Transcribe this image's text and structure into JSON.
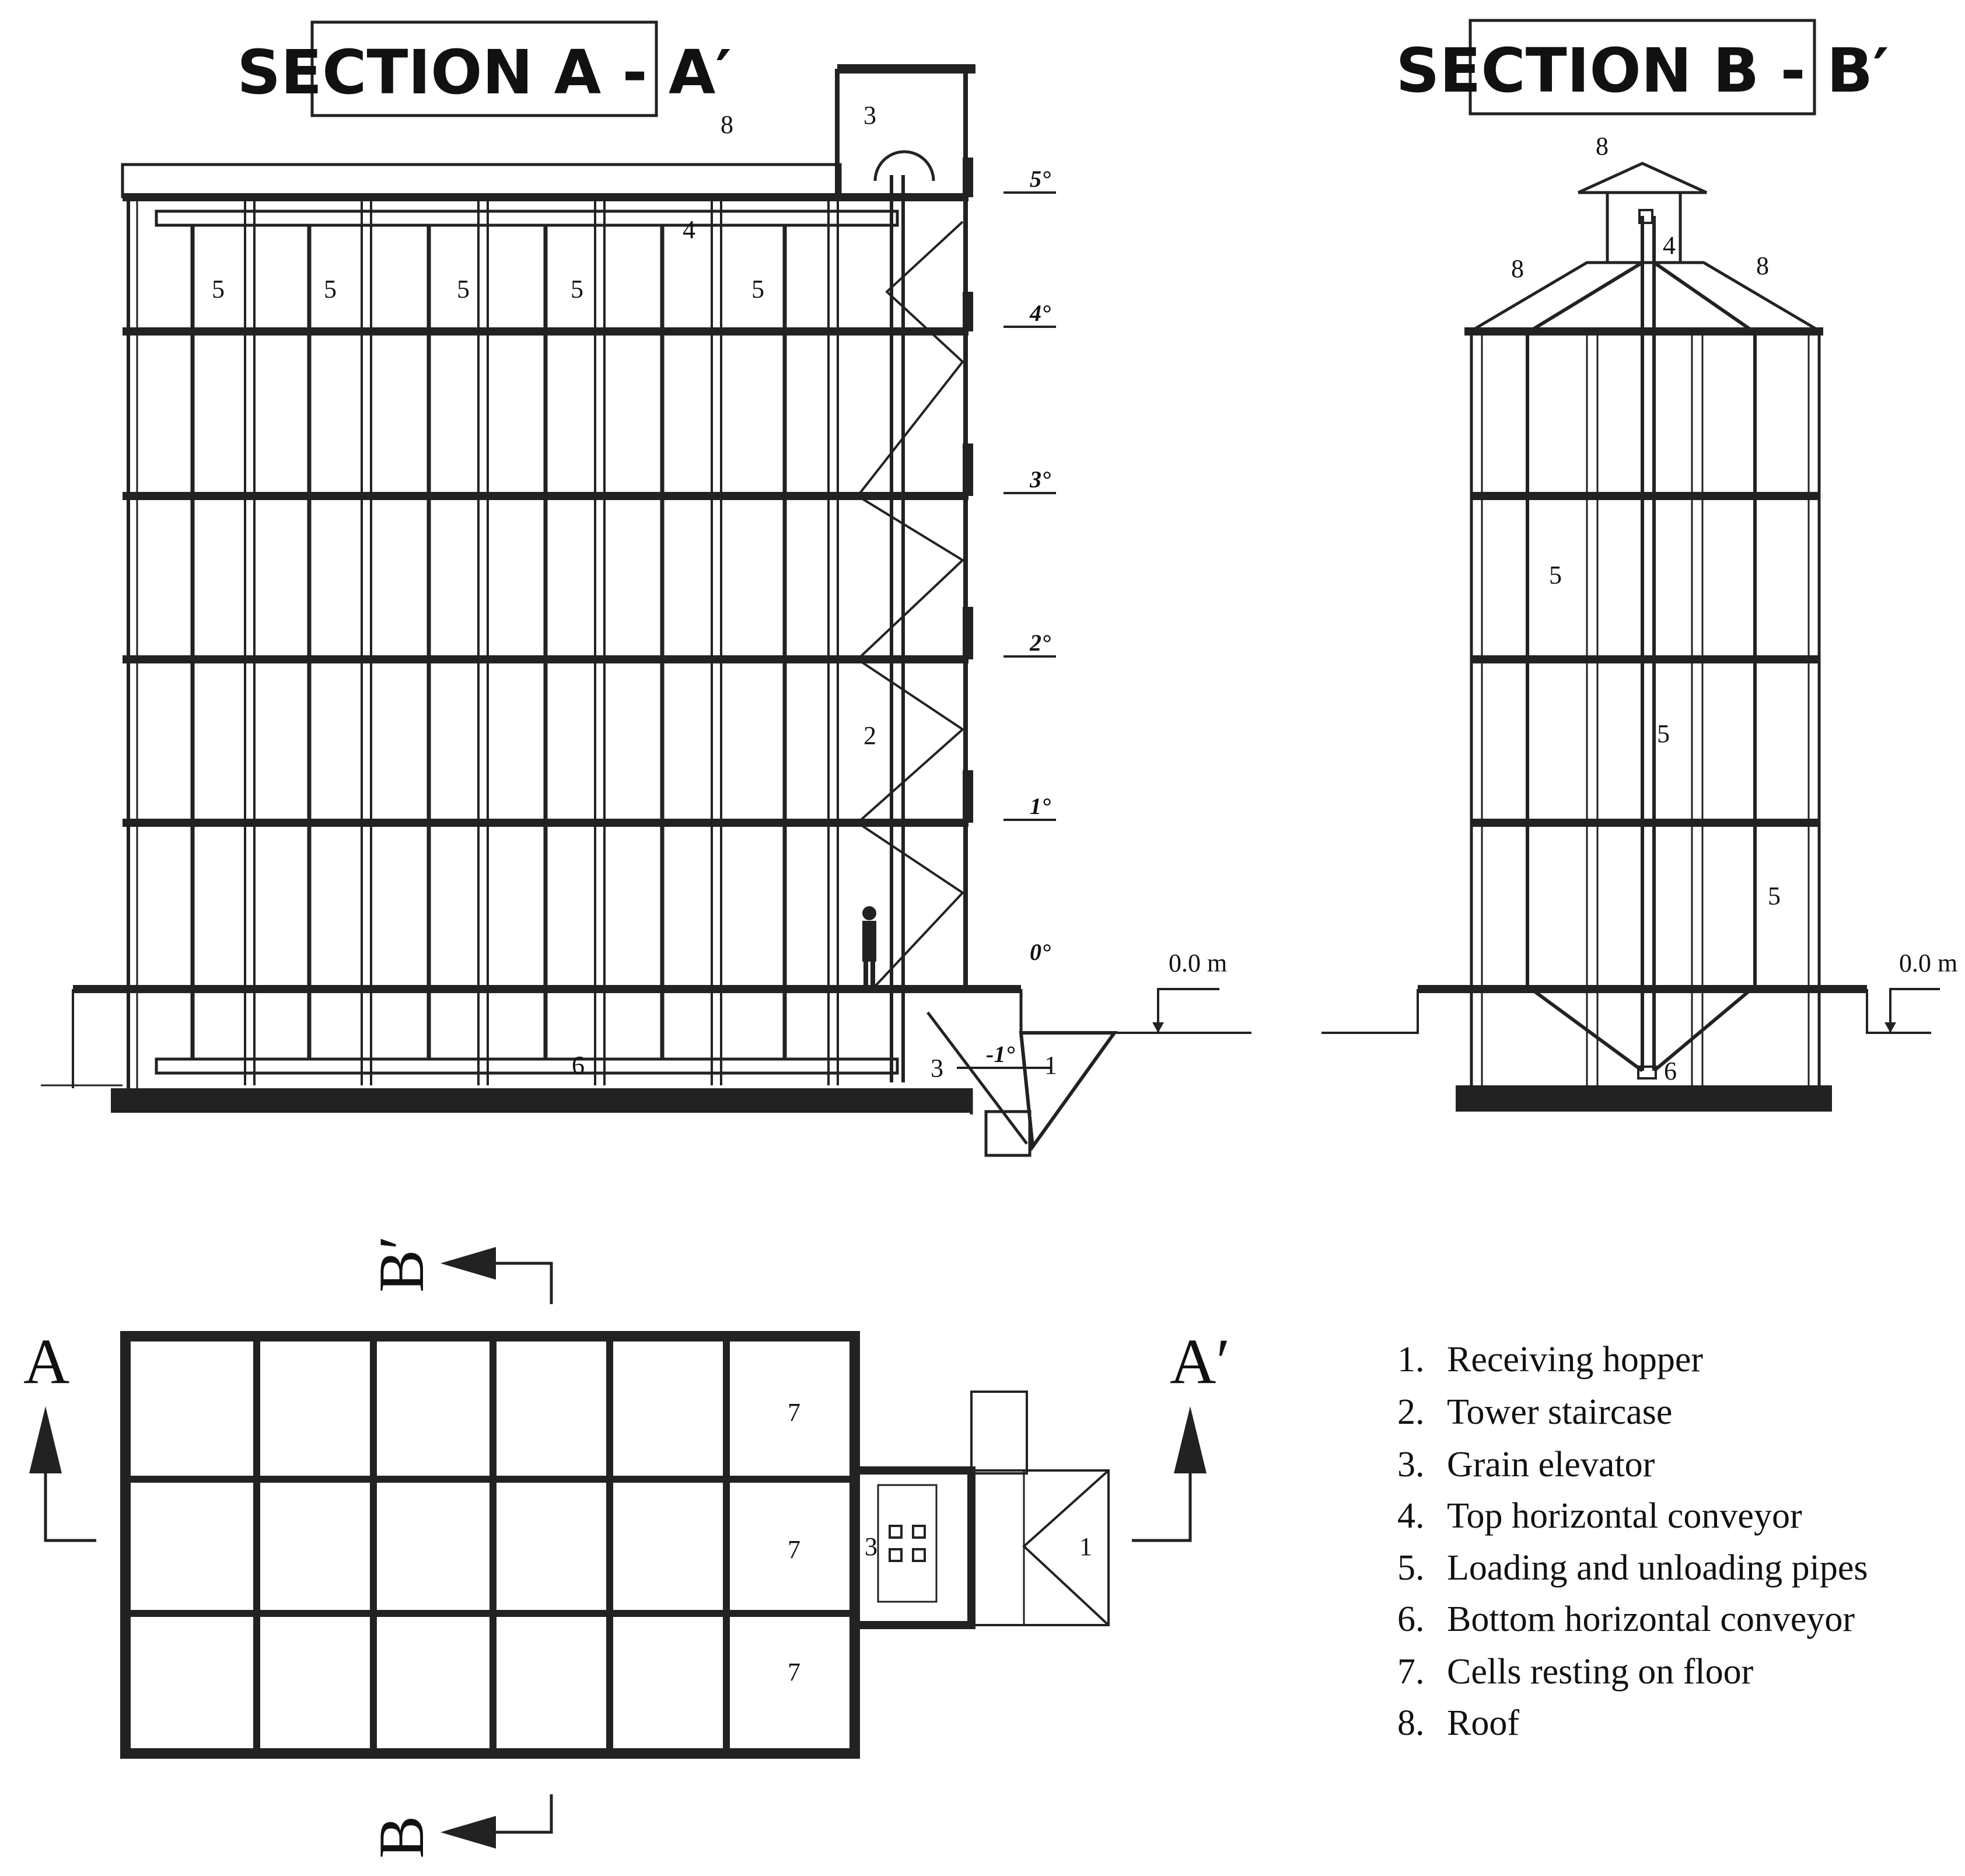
{
  "section_a": {
    "title": "SECTION A - A′",
    "labels": {
      "receiving_hopper": "1",
      "tower_staircase": "2",
      "grain_elevator_top": "3",
      "grain_elevator_bottom": "3",
      "top_conveyor": "4",
      "bottom_conveyor": "6",
      "roof": "8",
      "pipe_labels": [
        "5",
        "5",
        "5",
        "5",
        "5"
      ]
    },
    "levels": [
      "5°",
      "4°",
      "3°",
      "2°",
      "1°",
      "0°",
      "-1°"
    ],
    "ground_level": "0.0 m"
  },
  "section_b": {
    "title": "SECTION B - B′",
    "labels": {
      "top_conveyor": "4",
      "bottom_conveyor": "6",
      "roof_labels": [
        "8",
        "8",
        "8"
      ],
      "pipe_labels": [
        "5",
        "5",
        "5"
      ]
    },
    "ground_level": "0.0 m"
  },
  "plan": {
    "cut_markers": {
      "a_left": "A",
      "a_right": "A′",
      "b_top": "B′",
      "b_bottom": "B"
    },
    "cell_labels": [
      "7",
      "7",
      "7"
    ],
    "elevator_label": "3",
    "hopper_label": "1"
  },
  "legend": {
    "items": [
      {
        "num": "1.",
        "text": "Receiving hopper"
      },
      {
        "num": "2.",
        "text": "Tower staircase"
      },
      {
        "num": "3.",
        "text": "Grain elevator"
      },
      {
        "num": "4.",
        "text": "Top horizontal conveyor"
      },
      {
        "num": "5.",
        "text": "Loading and unloading pipes"
      },
      {
        "num": "6.",
        "text": "Bottom horizontal conveyor"
      },
      {
        "num": "7.",
        "text": "Cells resting on floor"
      },
      {
        "num": "8.",
        "text": "Roof"
      }
    ]
  }
}
